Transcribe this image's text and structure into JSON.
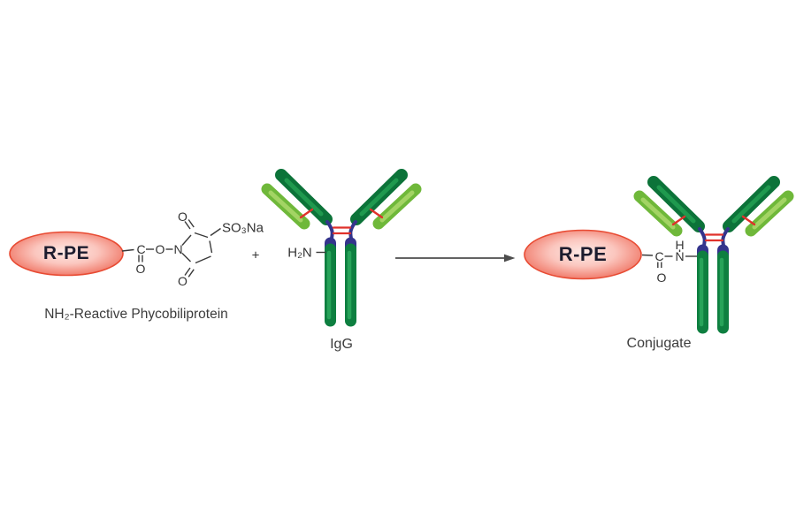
{
  "colors": {
    "rpe_center": "#fdeae6",
    "rpe_mid": "#fbc6be",
    "rpe_edge": "#ee5f4c",
    "rpe_rim": "#e84b33",
    "heavy_chain_green": "#0e7f40",
    "arm_green": "#0c7339",
    "light_chain_green": "#6fb83a",
    "hinge_blue": "#34348c",
    "disulfide_red": "#e0312b",
    "bond_gray": "#3a3a3a",
    "arrow_gray": "#4d4d4d"
  },
  "left_reagent": {
    "protein": "R-PE",
    "atoms": {
      "c": "C",
      "ester_o": "O",
      "ring_n": "N",
      "carbonyl_o_below": "O",
      "ring_o_top": "O",
      "ring_o_bottom": "O"
    },
    "sulfo": "SO₃Na",
    "caption": "NH₂-Reactive Phycobiliprotein"
  },
  "plus": "+",
  "antibody": {
    "amine": "H₂N",
    "caption": "IgG"
  },
  "product": {
    "protein": "R-PE",
    "atoms": {
      "c": "C",
      "o": "O",
      "h": "H",
      "n": "N"
    },
    "caption": "Conjugate"
  }
}
